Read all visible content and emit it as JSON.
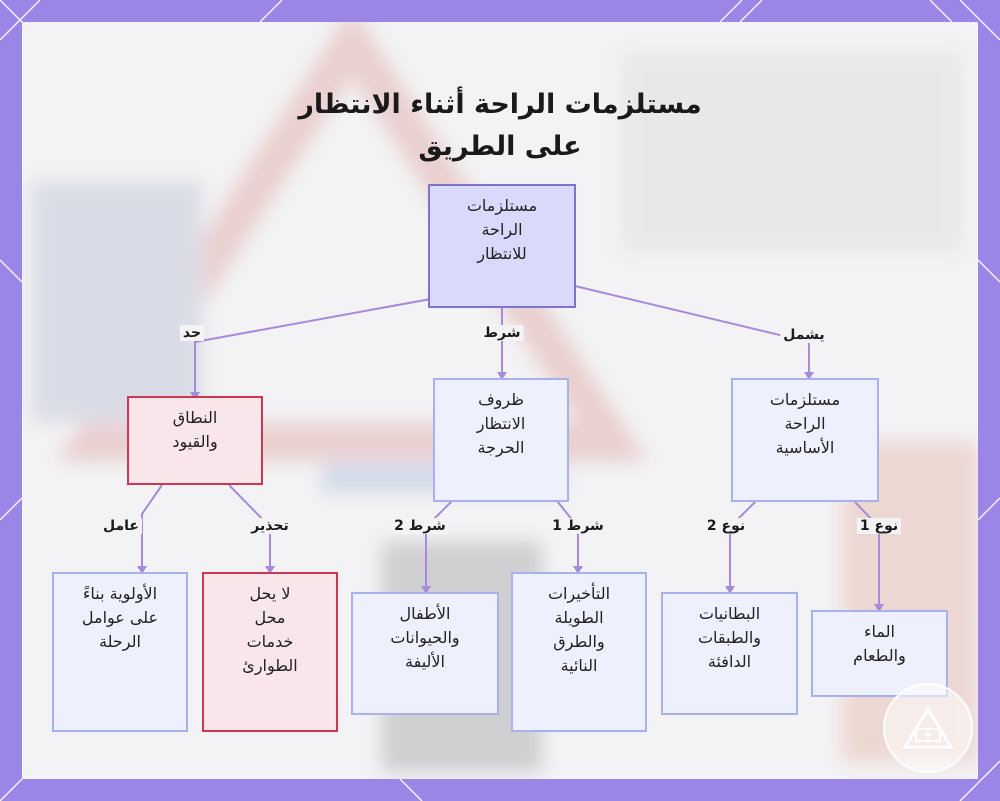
{
  "title_lines": [
    "مستلزمات الراحة أثناء الانتظار",
    "على الطريق"
  ],
  "nodes": {
    "root": "مستلزمات\nالراحة\nللانتظار",
    "limits": "النطاق\nوالقيود",
    "conditions": "ظروف\nالانتظار\nالحرجة",
    "basics": "مستلزمات\nالراحة\nالأساسية",
    "priority": "الأولوية بناءً\nعلى عوامل\nالرحلة",
    "no_replace": "لا يحل\nمحل\nخدمات\nالطوارئ",
    "kids_pets": "الأطفال\nوالحيوانات\nالأليفة",
    "delays": "التأخيرات\nالطويلة\nوالطرق\nالنائية",
    "blankets": "البطانيات\nوالطبقات\nالدافئة",
    "water_food": "الماء\nوالطعام"
  },
  "edge_labels": {
    "limit": "حد",
    "condition": "شرط",
    "includes": "يشمل",
    "factor": "عامل",
    "warning": "تحذير",
    "cond2": "شرط 2",
    "cond1": "شرط 1",
    "type2": "نوع 2",
    "type1": "نوع 1"
  },
  "colors": {
    "frame": "#9b86e8",
    "edge": "#a58bd9",
    "root_fill": "#d9d9fb",
    "node_fill": "#eef0fd",
    "warning_border": "#c93a52"
  },
  "icons": [
    "warning-triangle-icon"
  ]
}
